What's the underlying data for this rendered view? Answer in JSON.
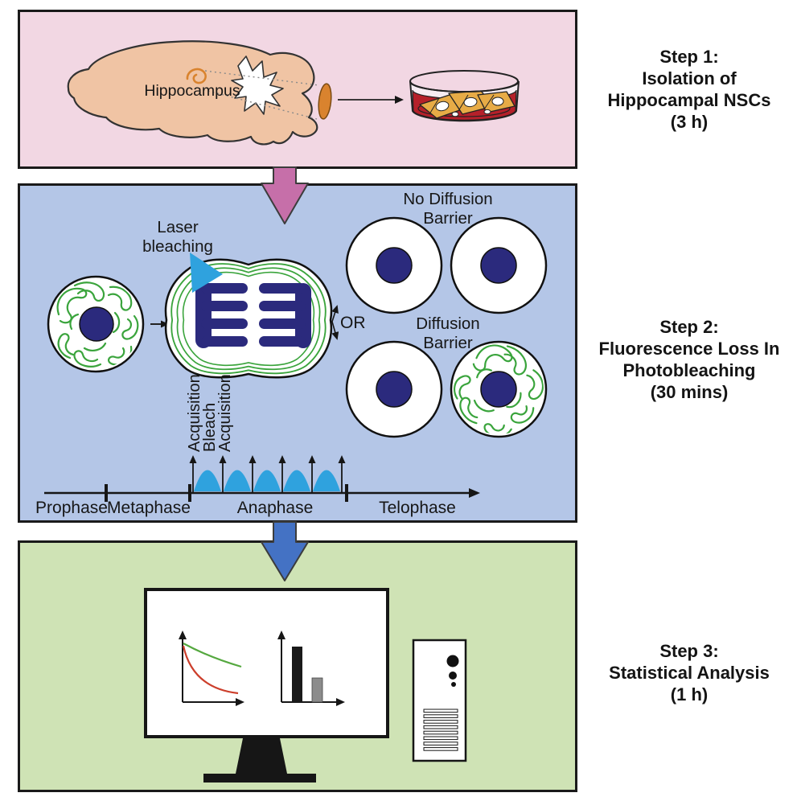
{
  "step1": {
    "title": [
      "Step 1:",
      "Isolation of",
      "Hippocampal NSCs",
      "(3 h)"
    ],
    "hippocampus_label": "Hippocampus"
  },
  "step2": {
    "title": [
      "Step 2:",
      "Fluorescence Loss In",
      "Photobleaching",
      "(30 mins)"
    ],
    "laser_label": [
      "Laser",
      "bleaching"
    ],
    "no_barrier_label": [
      "No Diffusion",
      "Barrier"
    ],
    "barrier_label": [
      "Diffusion",
      "Barrier"
    ],
    "or_label": "OR",
    "acquisition1_label": "Acquisition",
    "bleach_label": "Bleach",
    "acquisition2_label": "Acquisition",
    "phases": [
      "Prophase",
      "Metaphase",
      "Anaphase",
      "Telophase"
    ]
  },
  "step3": {
    "title": [
      "Step 3:",
      "Statistical Analysis",
      "(1 h)"
    ]
  },
  "colors": {
    "panel1_bg": "#f2d7e3",
    "panel2_bg": "#b4c6e7",
    "panel3_bg": "#cfe3b5",
    "arrow_pink": "#c66fa9",
    "arrow_blue": "#4472c4",
    "laser_blue": "#2fa2de",
    "nucleus_navy": "#2b2a7d",
    "er_green": "#3aa43c",
    "brain_tan": "#f0c4a4",
    "hippocampus_orange": "#d9832e",
    "media_red": "#b5202a",
    "slice_tan": "#e7ab46",
    "bar_black": "#1a1a1a",
    "bar_gray": "#8c8c8c",
    "curve_green": "#55a83f",
    "curve_red": "#cc3e2b"
  },
  "icons": {
    "laser_beam": "blue-cone-triangle",
    "flow_arrow": "block-arrow-down",
    "timeline_arrowhead": "solid-triangle"
  }
}
